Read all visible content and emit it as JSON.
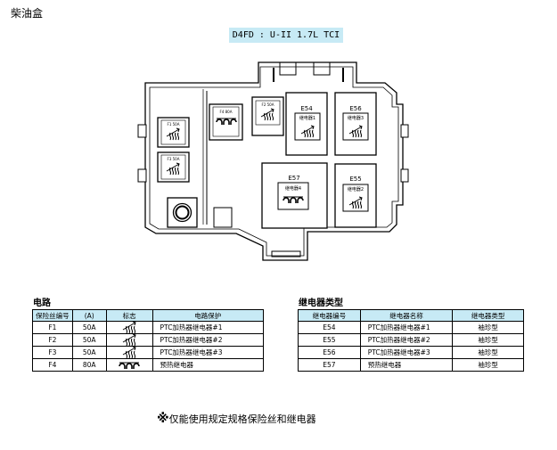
{
  "page_title": "柴油盒",
  "model_code": "D4FD : U-II 1.7L TCI",
  "box": {
    "fuses": [
      {
        "id": "F1",
        "label": "F1 50A"
      },
      {
        "id": "F2",
        "label": "F2 50A"
      },
      {
        "id": "F3",
        "label": "F3 50A"
      },
      {
        "id": "F4",
        "label": "F4 80A"
      }
    ],
    "relays": [
      {
        "id": "E54",
        "label": "E54",
        "sub": "继电器1"
      },
      {
        "id": "E56",
        "label": "E56",
        "sub": "继电器3"
      },
      {
        "id": "E57",
        "label": "E57",
        "sub": "继电器4"
      },
      {
        "id": "E55",
        "label": "E55",
        "sub": "继电器2"
      }
    ]
  },
  "circuit_table": {
    "title": "电路",
    "headers": [
      "保险丝编号",
      "(A)",
      "标志",
      "电路保护"
    ],
    "rows": [
      {
        "num": "F1",
        "amp": "50A",
        "icon": "ptc-heater-icon",
        "circuit": "PTC加热器继电器#1"
      },
      {
        "num": "F2",
        "amp": "50A",
        "icon": "ptc-heater-icon",
        "circuit": "PTC加热器继电器#2"
      },
      {
        "num": "F3",
        "amp": "50A",
        "icon": "ptc-heater-icon",
        "circuit": "PTC加热器继电器#3"
      },
      {
        "num": "F4",
        "amp": "80A",
        "icon": "glow-plug-icon",
        "circuit": "预热继电器"
      }
    ]
  },
  "relay_table": {
    "title": "继电器类型",
    "headers": [
      "继电器编号",
      "继电器名称",
      "继电器类型"
    ],
    "rows": [
      {
        "num": "E54",
        "name": "PTC加热器继电器#1",
        "type": "袖珍型"
      },
      {
        "num": "E55",
        "name": "PTC加热器继电器#2",
        "type": "袖珍型"
      },
      {
        "num": "E56",
        "name": "PTC加热器继电器#3",
        "type": "袖珍型"
      },
      {
        "num": "E57",
        "name": "预热继电器",
        "type": "袖珍型"
      }
    ]
  },
  "note": "仅能使用规定规格保险丝和继电器",
  "note_mark": "※"
}
